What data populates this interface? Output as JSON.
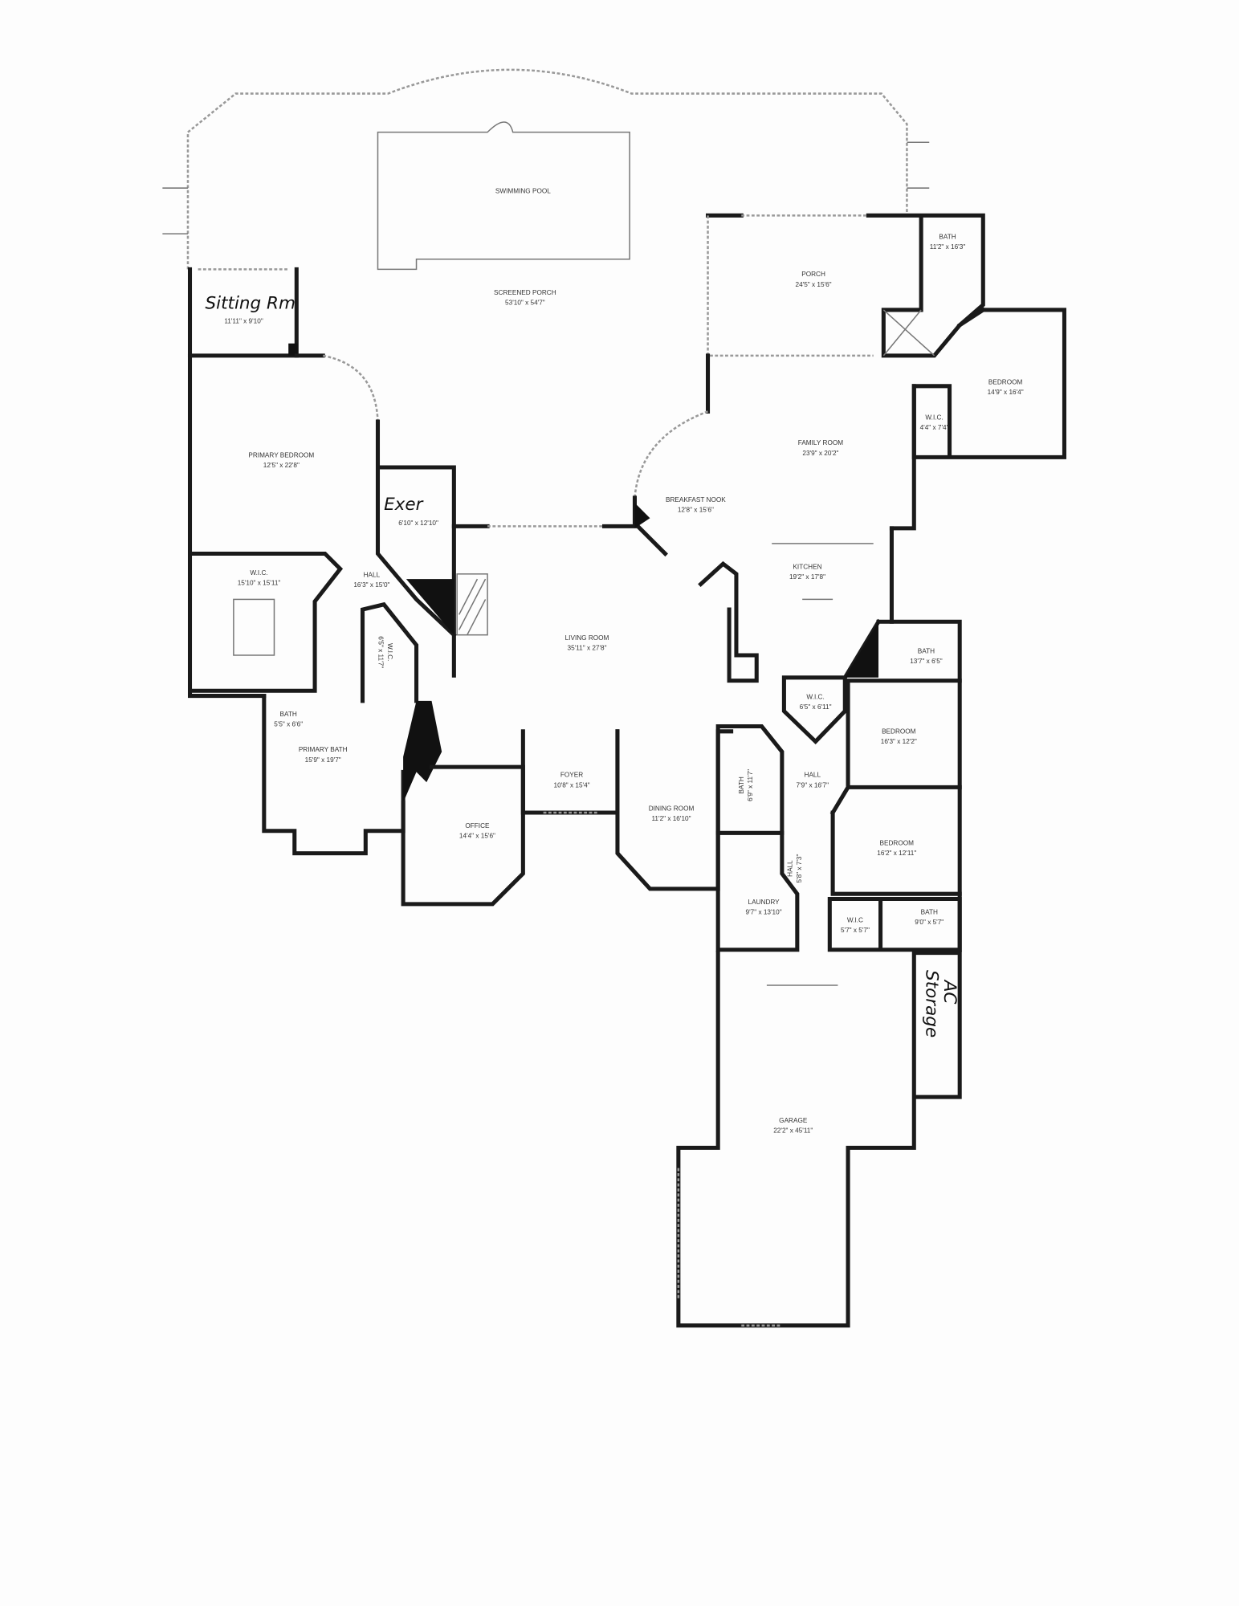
{
  "rooms": {
    "swimming_pool": {
      "name": "SWIMMING POOL"
    },
    "screened_porch": {
      "name": "SCREENED PORCH",
      "dims": "53'10\" x 54'7\""
    },
    "sitting_room": {
      "dims": "11'11\" x 9'10\""
    },
    "porch": {
      "name": "PORCH",
      "dims": "24'5\" x 15'6\""
    },
    "bath_ne": {
      "name": "BATH",
      "dims": "11'2\" x 16'3\""
    },
    "bedroom_ne": {
      "name": "BEDROOM",
      "dims": "14'9\" x 16'4\""
    },
    "wic_ne": {
      "name": "W.I.C.",
      "dims": "4'4\" x 7'4\""
    },
    "family_room": {
      "name": "FAMILY ROOM",
      "dims": "23'9\" x 20'2\""
    },
    "breakfast_nook": {
      "name": "BREAKFAST NOOK",
      "dims": "12'8\" x 15'6\""
    },
    "primary_bedroom": {
      "name": "PRIMARY BEDROOM",
      "dims": "12'5\" x 22'8\""
    },
    "exercise": {
      "dims": "6'10\" x 12'10\""
    },
    "wic_primary": {
      "name": "W.I.C.",
      "dims": "15'10\" x 15'11\""
    },
    "hall_west": {
      "name": "HALL",
      "dims": "16'3\" x 15'0\""
    },
    "living_room": {
      "name": "LIVING ROOM",
      "dims": "35'11\" x 27'8\""
    },
    "kitchen": {
      "name": "KITCHEN",
      "dims": "19'2\" x 17'8\""
    },
    "bath_east": {
      "name": "BATH",
      "dims": "13'7\" x 6'5\""
    },
    "wic_west": {
      "name": "W.I.C.",
      "dims": "6'5\" x 11'7\""
    },
    "wic_east": {
      "name": "W.I.C.",
      "dims": "6'5\" x 6'11\""
    },
    "bedroom_east1": {
      "name": "BEDROOM",
      "dims": "16'3\" x 12'2\""
    },
    "bath_small": {
      "name": "BATH",
      "dims": "5'5\" x 6'6\""
    },
    "primary_bath": {
      "name": "PRIMARY BATH",
      "dims": "15'9\" x 19'7\""
    },
    "foyer": {
      "name": "FOYER",
      "dims": "10'8\" x 15'4\""
    },
    "office": {
      "name": "OFFICE",
      "dims": "14'4\" x 15'6\""
    },
    "dining_room": {
      "name": "DINING ROOM",
      "dims": "11'2\" x 16'10\""
    },
    "bath_hall": {
      "name": "BATH",
      "dims": "6'9\" x 11'7\""
    },
    "hall_east": {
      "name": "HALL",
      "dims": "7'9\" x 16'7\""
    },
    "hall_small": {
      "name": "HALL",
      "dims": "5'8\" x 7'3\""
    },
    "bedroom_east2": {
      "name": "BEDROOM",
      "dims": "16'2\" x 12'11\""
    },
    "laundry": {
      "name": "LAUNDRY",
      "dims": "9'7\" x 13'10\""
    },
    "wic_south": {
      "name": "W.I.C",
      "dims": "5'7\" x 5'7\""
    },
    "bath_south": {
      "name": "BATH",
      "dims": "9'0\" x 5'7\""
    },
    "garage": {
      "name": "GARAGE",
      "dims": "22'2\" x 45'11\""
    }
  },
  "handwritten": {
    "sitting": "Sitting Rm",
    "exer": "Exer",
    "ac": "AC",
    "storage": "Storage"
  }
}
